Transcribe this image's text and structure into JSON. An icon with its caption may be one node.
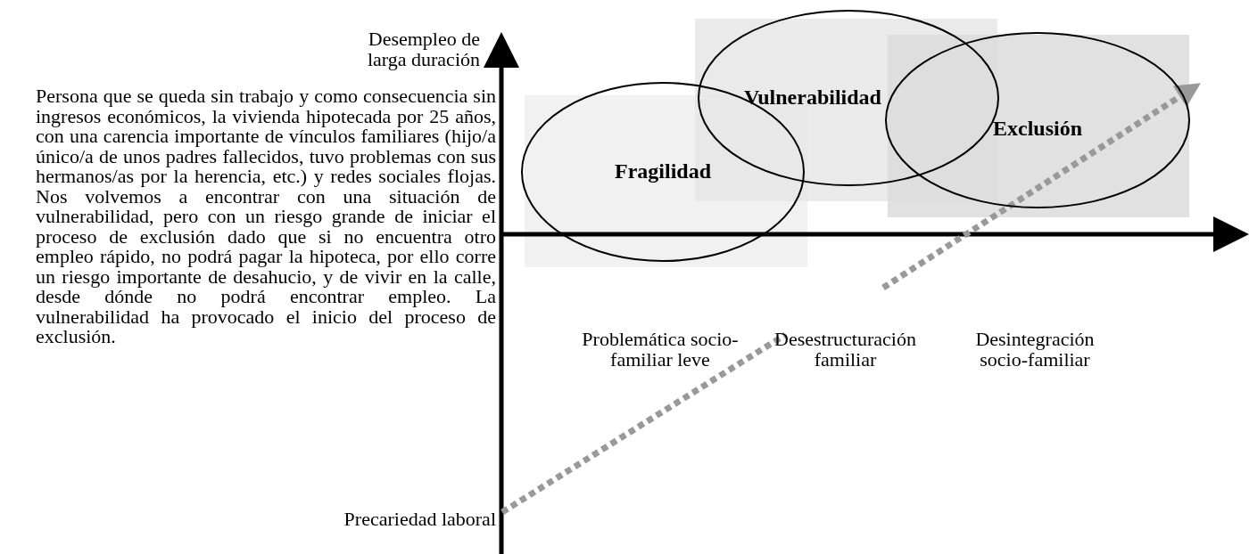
{
  "diagram": {
    "nodes": [
      {
        "text": [
          "Fragilidad"
        ]
      },
      {
        "text": [
          "Vulnerabilidad"
        ]
      },
      {
        "text": [
          "Exclusión"
        ]
      }
    ],
    "labels": [
      "Desempleo de larga duración",
      "Persona que se queda sin trabajo y como consecuencia sin ingresos económicos, la vivienda hipotecada por 25 años, con una carencia importante de vínculos familiares (hijo/a único/a de unos padres fallecidos, tuvo problemas con sus hermanos/as por la herencia, etc.) y redes sociales flojas. Nos volvemos a encontrar con una situación de vulnerabilidad, pero con un riesgo grande de iniciar el proceso de exclusión dado que si no encuentra otro empleo rápido, no podrá pagar la hipoteca, por ello corre un riesgo importante de desahucio, y de vivir en la calle, desde dónde no podrá encontrar empleo. La vulnerabilidad ha provocado el inicio del proceso de exclusión.",
      "Precariedad laboral",
      "Problemática socio-familiar leve",
      "Desestructuración familiar",
      "Desintegración socio-familiar"
    ]
  }
}
